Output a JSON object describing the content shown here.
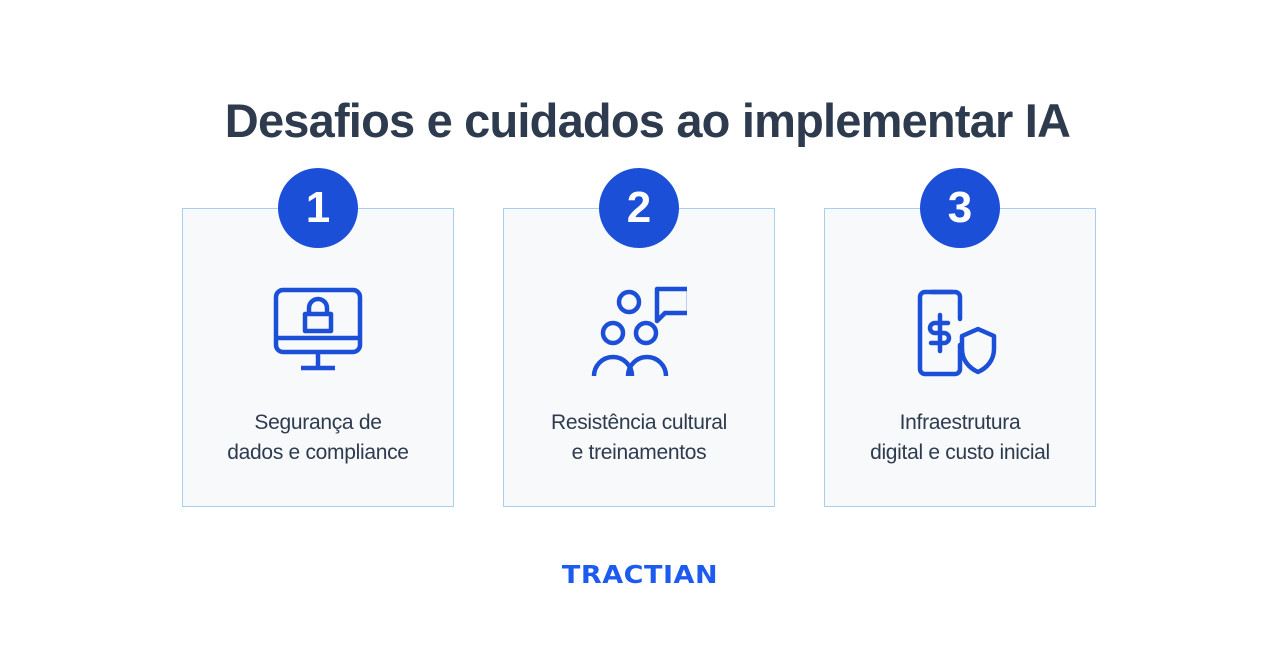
{
  "title": "Desafios e cuidados ao implementar IA",
  "accent_color": "#1c4fd8",
  "cards": [
    {
      "number": "1",
      "icon": "monitor-lock-icon",
      "label_line1": "Segurança de",
      "label_line2": "dados e compliance"
    },
    {
      "number": "2",
      "icon": "people-chat-icon",
      "label_line1": "Resistência cultural",
      "label_line2": "e treinamentos"
    },
    {
      "number": "3",
      "icon": "phone-dollar-shield-icon",
      "label_line1": "Infraestrutura",
      "label_line2": "digital e custo inicial"
    }
  ],
  "logo": {
    "text": "TRACTIAN"
  }
}
